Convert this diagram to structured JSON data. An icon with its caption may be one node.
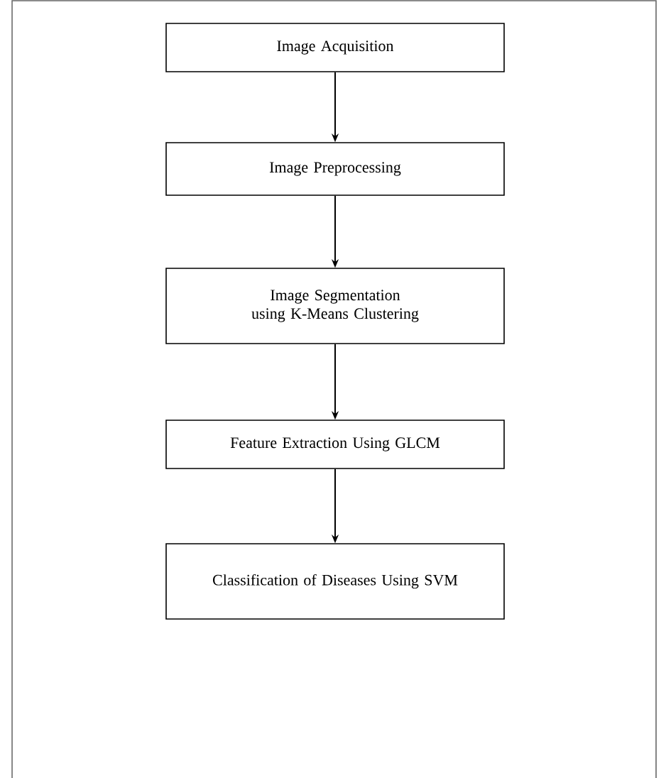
{
  "diagram": {
    "nodes": [
      {
        "text": [
          "Image Acquisition"
        ]
      },
      {
        "text": [
          "Image Preprocessing"
        ]
      },
      {
        "text": [
          "Image Segmentation using K-Means Clustering"
        ]
      },
      {
        "text": [
          "Feature Extraction Using GLCM"
        ]
      },
      {
        "text": [
          "Classification of Diseases Using SVM"
        ]
      }
    ],
    "edges": [
      {
        "from": 0,
        "to": 1,
        "arrow": "to"
      },
      {
        "from": 1,
        "to": 2,
        "arrow": "to"
      },
      {
        "from": 2,
        "to": 3,
        "arrow": "to"
      },
      {
        "from": 3,
        "to": 4,
        "arrow": "to"
      }
    ]
  }
}
